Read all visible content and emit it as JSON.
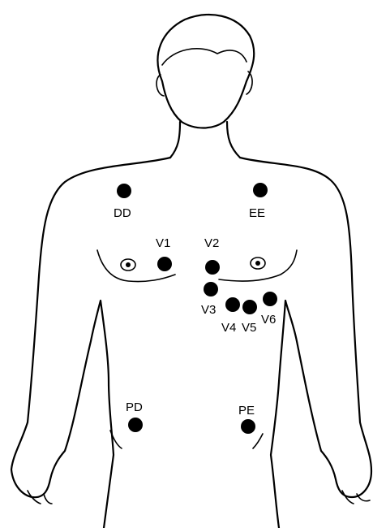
{
  "electrodes": [
    {
      "id": "rd",
      "label": "DD",
      "color": "#000000"
    },
    {
      "id": "ee",
      "label": "EE",
      "color": "#000000"
    },
    {
      "id": "v1",
      "label": "V1",
      "color": "#000000"
    },
    {
      "id": "v2",
      "label": "V2",
      "color": "#000000"
    },
    {
      "id": "v3",
      "label": "V3",
      "color": "#000000"
    },
    {
      "id": "v4",
      "label": "V4",
      "color": "#000000"
    },
    {
      "id": "v5",
      "label": "V5",
      "color": "#000000"
    },
    {
      "id": "v6",
      "label": "V6",
      "color": "#000000"
    },
    {
      "id": "pd",
      "label": "PD",
      "color": "#000000"
    },
    {
      "id": "pe",
      "label": "PE",
      "color": "#000000"
    }
  ],
  "colors": {
    "outline": "#000000",
    "background": "#ffffff"
  }
}
